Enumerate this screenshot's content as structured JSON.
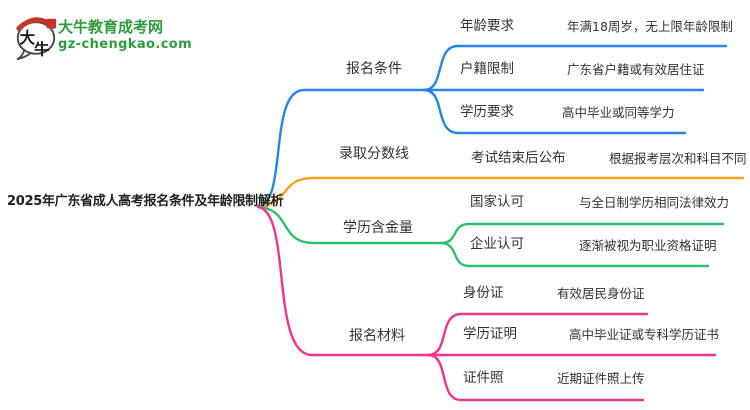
{
  "meta": {
    "background": "#ffffff"
  },
  "logo": {
    "bubble_char_1": "大",
    "bubble_char_2": "牛",
    "site_name": "大牛教育成考网",
    "site_domain": "gz-chengkao.com",
    "brand_green": "#2E9B3E",
    "accent_red": "#C8332B"
  },
  "root": {
    "title": "2025年广东省成人高考报名条件及年龄限制解析",
    "text_color": "#1F1F1F"
  },
  "branches": [
    {
      "label": "报名条件",
      "color": "#2A84E8",
      "children": [
        {
          "label": "年龄要求",
          "value": "年满18周岁，无上限年龄限制"
        },
        {
          "label": "户籍限制",
          "value": "广东省户籍或有效居住证"
        },
        {
          "label": "学历要求",
          "value": "高中毕业或同等学力"
        }
      ]
    },
    {
      "label": "录取分数线",
      "color": "#F5A31A",
      "children": [
        {
          "label": "考试结束后公布",
          "value": "根据报考层次和科目不同"
        }
      ]
    },
    {
      "label": "学历含金量",
      "color": "#2EC06E",
      "children": [
        {
          "label": "国家认可",
          "value": "与全日制学历相同法律效力"
        },
        {
          "label": "企业认可",
          "value": "逐渐被视为职业资格证明"
        }
      ]
    },
    {
      "label": "报名材料",
      "color": "#F0368B",
      "children": [
        {
          "label": "身份证",
          "value": "有效居民身份证"
        },
        {
          "label": "学历证明",
          "value": "高中毕业证或专科学历证书"
        },
        {
          "label": "证件照",
          "value": "近期证件照上传"
        }
      ]
    }
  ]
}
